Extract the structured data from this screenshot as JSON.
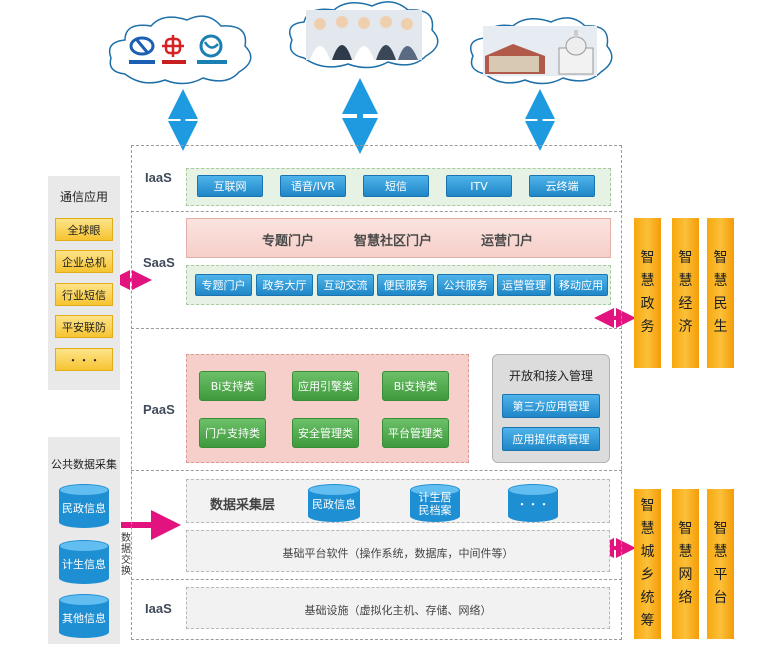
{
  "communication": {
    "title": "通信应用",
    "items": [
      "全球眼",
      "企业总机",
      "行业短信",
      "平安联防",
      "・・・"
    ]
  },
  "public_data": {
    "title": "公共数据采集",
    "items": [
      "民政信息",
      "计生信息",
      "其他信息"
    ],
    "exchange_label": "数据交换"
  },
  "layers": {
    "iaas_top": {
      "label": "IaaS",
      "items": [
        "互联网",
        "语音/IVR",
        "短信",
        "ITV",
        "云终端"
      ]
    },
    "saas": {
      "label": "SaaS",
      "portals": [
        "专题门户",
        "智慧社区门户",
        "运营门户"
      ],
      "items": [
        "专题门户",
        "政务大厅",
        "互动交流",
        "便民服务",
        "公共服务",
        "运营管理",
        "移动应用"
      ]
    },
    "paas": {
      "label": "PaaS",
      "items": [
        "Bi支持类",
        "应用引擎类",
        "Bi支持类",
        "门户支持类",
        "安全管理类",
        "平台管理类"
      ],
      "management": {
        "title": "开放和接入管理",
        "items": [
          "第三方应用管理",
          "应用提供商管理"
        ]
      }
    },
    "data_collection": {
      "title": "数据采集层",
      "items": [
        "民政信息",
        "计生居\n民档案",
        "・・・"
      ]
    },
    "base_software": {
      "text": "基础平台软件（操作系统，数据库，中间件等）"
    },
    "iaas_bottom": {
      "label": "IaaS",
      "text": "基础设施（虚拟化主机、存储、网络）"
    }
  },
  "smart_top": [
    "智慧政务",
    "智慧经济",
    "智慧民生"
  ],
  "smart_bottom": [
    "智慧城乡统筹",
    "智慧网络",
    "智慧平台"
  ],
  "colors": {
    "arrow_blue": "#1e9be0",
    "arrow_pink": "#e2137e",
    "orange": "#f7a70e",
    "button_blue": "#1f86c8",
    "button_green": "#3f9a3c"
  }
}
